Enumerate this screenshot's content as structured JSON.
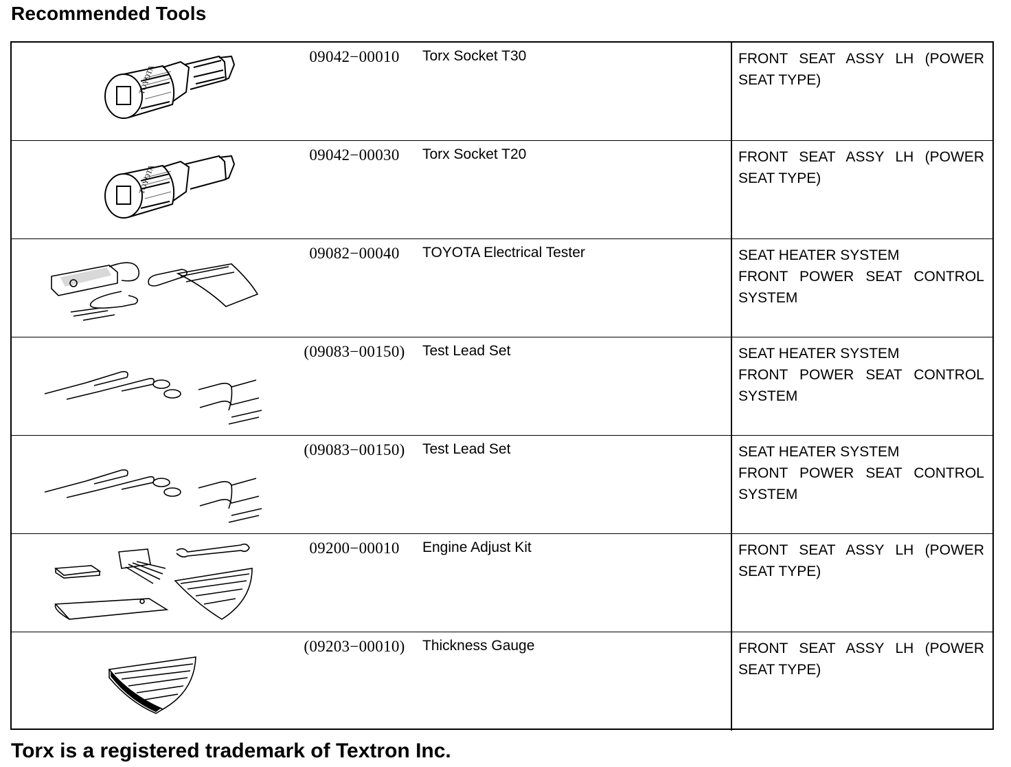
{
  "heading": "Recommended Tools",
  "rows": [
    {
      "part_no": "09042−00010",
      "name": "Torx Socket T30",
      "usage": [
        "FRONT SEAT ASSY LH (POWER",
        "SEAT TYPE)"
      ],
      "illustration": "torx-socket-illustration"
    },
    {
      "part_no": "09042−00030",
      "name": "Torx Socket T20",
      "usage": [
        "FRONT SEAT ASSY LH (POWER",
        "SEAT TYPE)"
      ],
      "illustration": "torx-socket-illustration"
    },
    {
      "part_no": "09082−00040",
      "name": "TOYOTA Electrical Tester",
      "usage": [
        "SEAT HEATER SYSTEM",
        "FRONT POWER SEAT CONTROL",
        "SYSTEM"
      ],
      "illustration": "electrical-tester-illustration"
    },
    {
      "part_no": "(09083−00150)",
      "name": "Test Lead Set",
      "usage": [
        "SEAT HEATER SYSTEM",
        "FRONT POWER SEAT CONTROL",
        "SYSTEM"
      ],
      "illustration": "test-lead-set-illustration"
    },
    {
      "part_no": "(09083−00150)",
      "name": "Test Lead Set",
      "usage": [
        "SEAT HEATER SYSTEM",
        "FRONT POWER SEAT CONTROL",
        "SYSTEM"
      ],
      "illustration": "test-lead-set-illustration"
    },
    {
      "part_no": "09200−00010",
      "name": "Engine Adjust Kit",
      "usage": [
        "FRONT SEAT ASSY LH (POWER",
        "SEAT TYPE)"
      ],
      "illustration": "engine-adjust-kit-illustration"
    },
    {
      "part_no": "(09203−00010)",
      "name": "Thickness Gauge",
      "usage": [
        "FRONT SEAT ASSY LH (POWER",
        "SEAT TYPE)"
      ],
      "illustration": "thickness-gauge-illustration"
    }
  ],
  "footer": "Torx is a registered trademark of Textron Inc."
}
